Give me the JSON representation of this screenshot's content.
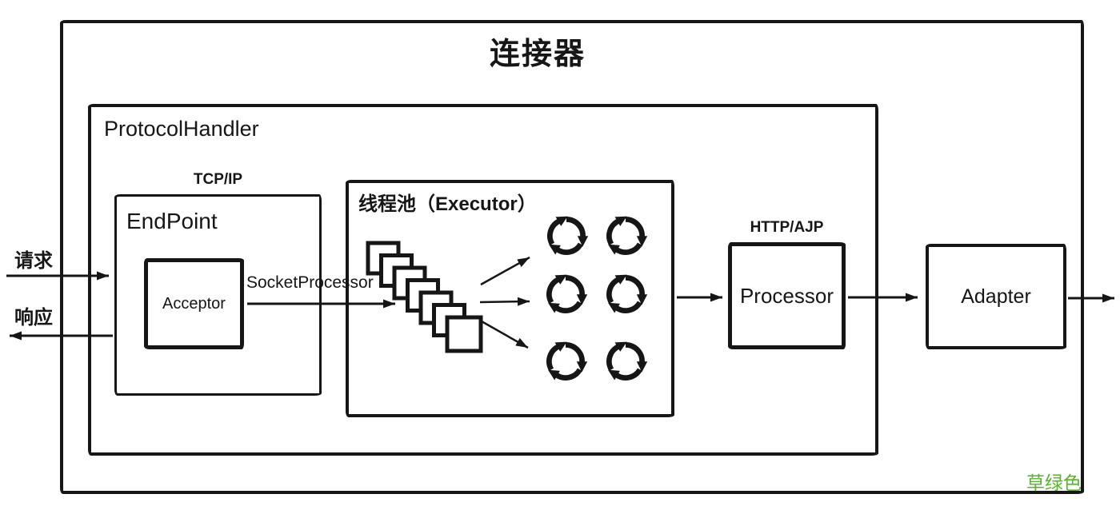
{
  "diagram": {
    "title": "连接器",
    "protocol_handler": {
      "label": "ProtocolHandler"
    },
    "endpoint": {
      "label": "EndPoint",
      "protocol_label": "TCP/IP",
      "acceptor_label": "Acceptor"
    },
    "socket_processor_label": "SocketProcessor",
    "executor": {
      "label": "线程池（Executor）",
      "task_queue_icon": "stacked-squares-queue-icon",
      "worker_icons": "circular-arrows-icon",
      "worker_icon_count": 6,
      "queue_square_count": 7,
      "fanout_arrow_count": 3
    },
    "processor": {
      "label": "Processor",
      "protocol_label": "HTTP/AJP"
    },
    "adapter": {
      "label": "Adapter"
    },
    "request_label": "请求",
    "response_label": "响应",
    "color_note": {
      "text": "草绿色",
      "color": "#58b42c"
    }
  },
  "colors": {
    "ink": "#161616",
    "background": "#ffffff",
    "note_green": "#58b42c"
  }
}
